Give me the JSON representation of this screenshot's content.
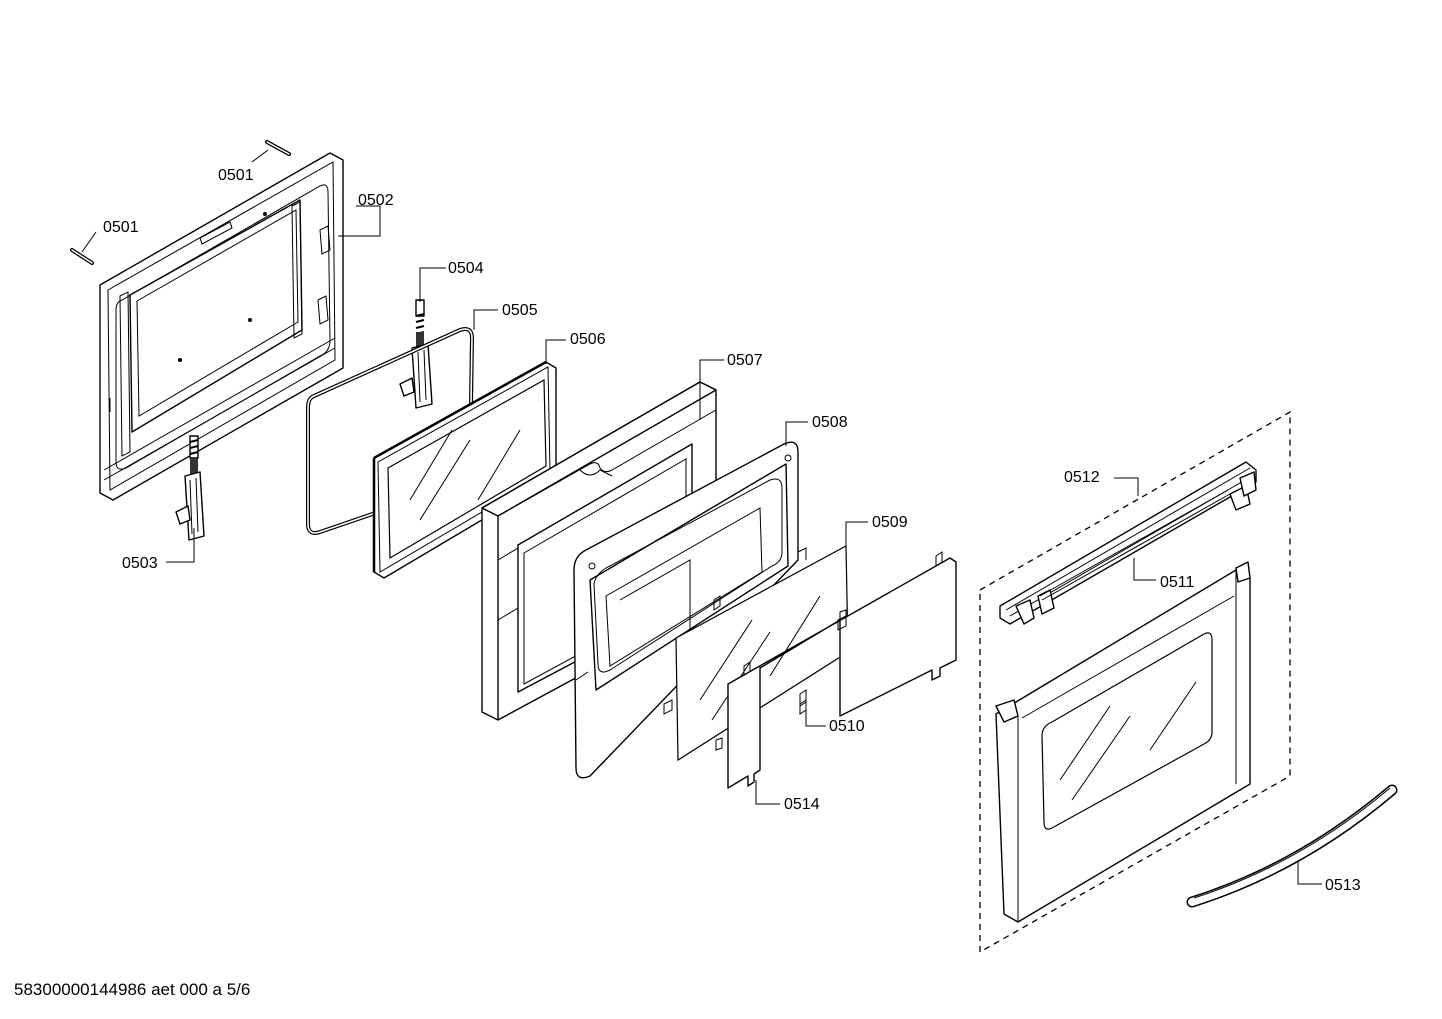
{
  "callouts": [
    {
      "id": "c0501a",
      "label": "0501"
    },
    {
      "id": "c0501b",
      "label": "0501"
    },
    {
      "id": "c0502",
      "label": "0502"
    },
    {
      "id": "c0503",
      "label": "0503"
    },
    {
      "id": "c0504",
      "label": "0504"
    },
    {
      "id": "c0505",
      "label": "0505"
    },
    {
      "id": "c0506",
      "label": "0506"
    },
    {
      "id": "c0507",
      "label": "0507"
    },
    {
      "id": "c0508",
      "label": "0508"
    },
    {
      "id": "c0509",
      "label": "0509"
    },
    {
      "id": "c0510",
      "label": "0510"
    },
    {
      "id": "c0511",
      "label": "0511"
    },
    {
      "id": "c0512",
      "label": "0512"
    },
    {
      "id": "c0513",
      "label": "0513"
    },
    {
      "id": "c0514",
      "label": "0514"
    }
  ],
  "footer": {
    "document_id": "58300000144986 aet 000 a 5/6"
  },
  "colors": {
    "line": "#000000",
    "background": "#ffffff"
  }
}
